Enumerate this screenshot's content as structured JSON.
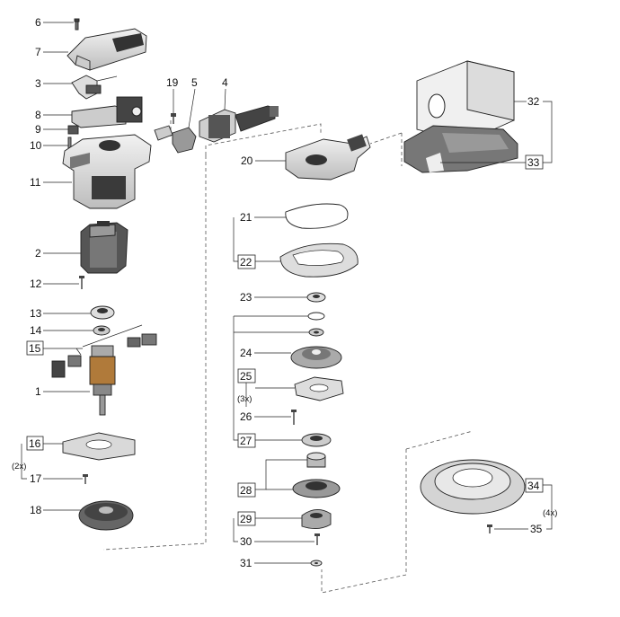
{
  "labels": {
    "p1": "1",
    "p2": "2",
    "p3": "3",
    "p4": "4",
    "p5": "5",
    "p6": "6",
    "p7": "7",
    "p8": "8",
    "p9": "9",
    "p10": "10",
    "p11": "11",
    "p12": "12",
    "p13": "13",
    "p14": "14",
    "p15": "15",
    "p16": "16",
    "p17": "17",
    "p18": "18",
    "p19": "19",
    "p20": "20",
    "p21": "21",
    "p22": "22",
    "p23": "23",
    "p24": "24",
    "p25": "25",
    "p26": "26",
    "p27": "27",
    "p28": "28",
    "p29": "29",
    "p30": "30",
    "p31": "31",
    "p32": "32",
    "p33": "33",
    "p34": "34",
    "p35": "35"
  },
  "quantities": {
    "q17": "(2x)",
    "q26": "(3x)",
    "q35": "(4x)"
  },
  "colors": {
    "part_fill": "#e9e9e9",
    "part_dark": "#333333",
    "line": "#222222"
  }
}
